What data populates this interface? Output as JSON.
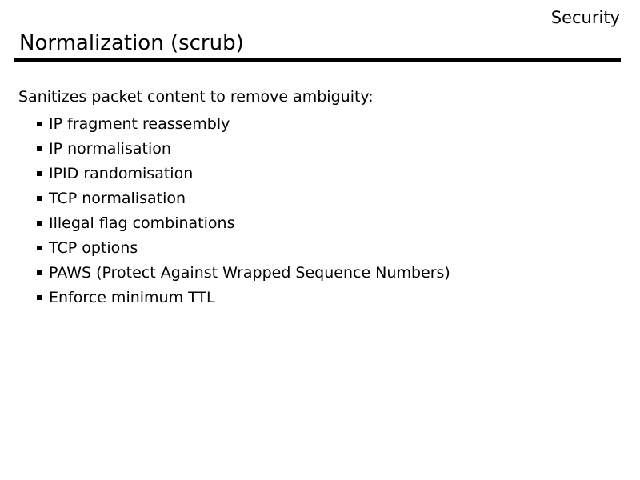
{
  "header": {
    "section": "Security",
    "title": "Normalization (scrub)"
  },
  "content": {
    "intro": "Sanitizes packet content to remove ambiguity:",
    "bullets": [
      "IP fragment reassembly",
      "IP normalisation",
      "IPID randomisation",
      "TCP normalisation",
      "Illegal flag combinations",
      "TCP options",
      "PAWS (Protect Against Wrapped Sequence Numbers)",
      "Enforce minimum TTL"
    ]
  },
  "style": {
    "text_color": "#000000",
    "background": "#ffffff",
    "rule_color": "#000000"
  }
}
